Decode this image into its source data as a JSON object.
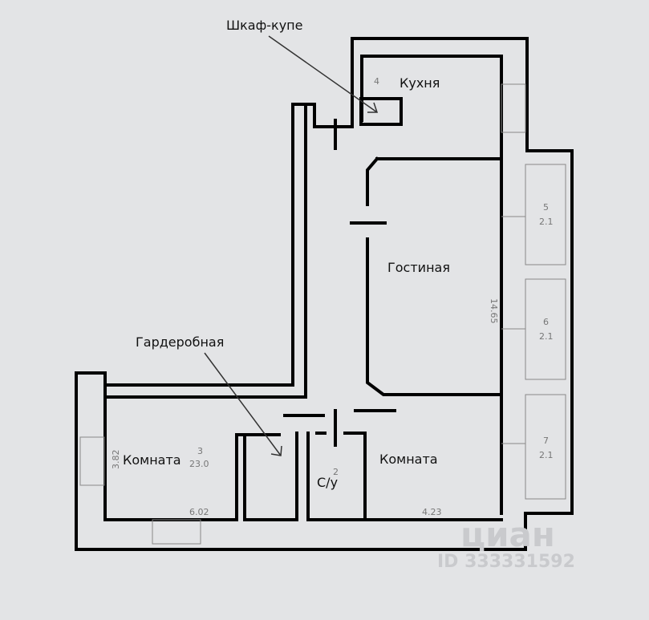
{
  "labels": {
    "wardrobe_coupe": "Шкаф-купе",
    "kitchen": "Кухня",
    "living": "Гостиная",
    "dressing": "Гардеробная",
    "room_left": "Комната",
    "room_right": "Комната",
    "bathroom": "С/у"
  },
  "dims": {
    "d_4": "4",
    "d_5": "5",
    "d_21a": "2.1",
    "d_6": "6",
    "d_21b": "2.1",
    "d_7": "7",
    "d_21c": "2.1",
    "d_1465": "14.65",
    "d_382": "3.82",
    "d_3": "3",
    "d_230": "23.0",
    "d_602": "6.02",
    "d_2": "2",
    "d_423": "4.23"
  },
  "watermark": {
    "brand": "циан",
    "id": "ID 333331592"
  }
}
